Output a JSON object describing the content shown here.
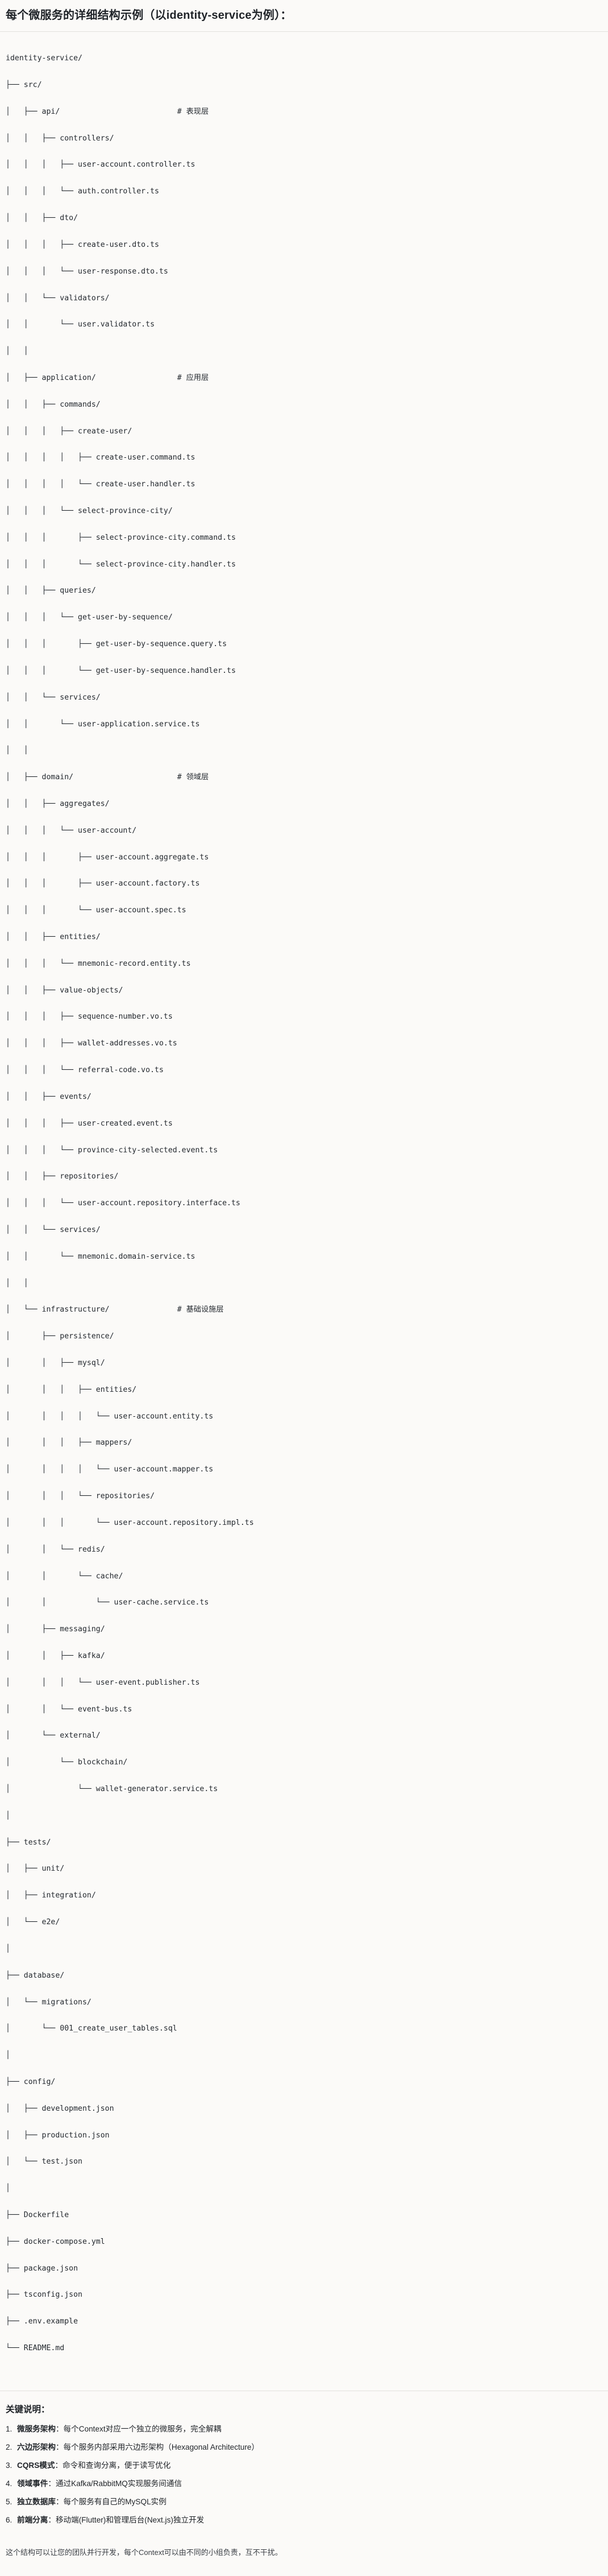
{
  "heading": "每个微服务的详细结构示例（以identity-service为例）：",
  "tree": {
    "lines": [
      "identity-service/",
      "├── src/",
      "│   ├── api/                          # 表现层",
      "│   │   ├── controllers/",
      "│   │   │   ├── user-account.controller.ts",
      "│   │   │   └── auth.controller.ts",
      "│   │   ├── dto/",
      "│   │   │   ├── create-user.dto.ts",
      "│   │   │   └── user-response.dto.ts",
      "│   │   └── validators/",
      "│   │       └── user.validator.ts",
      "│   │",
      "│   ├── application/                  # 应用层",
      "│   │   ├── commands/",
      "│   │   │   ├── create-user/",
      "│   │   │   │   ├── create-user.command.ts",
      "│   │   │   │   └── create-user.handler.ts",
      "│   │   │   └── select-province-city/",
      "│   │   │       ├── select-province-city.command.ts",
      "│   │   │       └── select-province-city.handler.ts",
      "│   │   ├── queries/",
      "│   │   │   └── get-user-by-sequence/",
      "│   │   │       ├── get-user-by-sequence.query.ts",
      "│   │   │       └── get-user-by-sequence.handler.ts",
      "│   │   └── services/",
      "│   │       └── user-application.service.ts",
      "│   │",
      "│   ├── domain/                       # 领域层",
      "│   │   ├── aggregates/",
      "│   │   │   └── user-account/",
      "│   │   │       ├── user-account.aggregate.ts",
      "│   │   │       ├── user-account.factory.ts",
      "│   │   │       └── user-account.spec.ts",
      "│   │   ├── entities/",
      "│   │   │   └── mnemonic-record.entity.ts",
      "│   │   ├── value-objects/",
      "│   │   │   ├── sequence-number.vo.ts",
      "│   │   │   ├── wallet-addresses.vo.ts",
      "│   │   │   └── referral-code.vo.ts",
      "│   │   ├── events/",
      "│   │   │   ├── user-created.event.ts",
      "│   │   │   └── province-city-selected.event.ts",
      "│   │   ├── repositories/",
      "│   │   │   └── user-account.repository.interface.ts",
      "│   │   └── services/",
      "│   │       └── mnemonic.domain-service.ts",
      "│   │",
      "│   └── infrastructure/               # 基础设施层",
      "│       ├── persistence/",
      "│       │   ├── mysql/",
      "│       │   │   ├── entities/",
      "│       │   │   │   └── user-account.entity.ts",
      "│       │   │   ├── mappers/",
      "│       │   │   │   └── user-account.mapper.ts",
      "│       │   │   └── repositories/",
      "│       │   │       └── user-account.repository.impl.ts",
      "│       │   └── redis/",
      "│       │       └── cache/",
      "│       │           └── user-cache.service.ts",
      "│       ├── messaging/",
      "│       │   ├── kafka/",
      "│       │   │   └── user-event.publisher.ts",
      "│       │   └── event-bus.ts",
      "│       └── external/",
      "│           └── blockchain/",
      "│               └── wallet-generator.service.ts",
      "│",
      "├── tests/",
      "│   ├── unit/",
      "│   ├── integration/",
      "│   └── e2e/",
      "│",
      "├── database/",
      "│   └── migrations/",
      "│       └── 001_create_user_tables.sql",
      "│",
      "├── config/",
      "│   ├── development.json",
      "│   ├── production.json",
      "│   └── test.json",
      "│",
      "├── Dockerfile",
      "├── docker-compose.yml",
      "├── package.json",
      "├── tsconfig.json",
      "├── .env.example",
      "└── README.md"
    ]
  },
  "notes": {
    "title": "关键说明：",
    "items": [
      {
        "num": "1.",
        "label": "微服务架构",
        "text": "：每个Context对应一个独立的微服务，完全解耦"
      },
      {
        "num": "2.",
        "label": "六边形架构",
        "text": "：每个服务内部采用六边形架构（Hexagonal Architecture）"
      },
      {
        "num": "3.",
        "label": "CQRS模式",
        "text": "：命令和查询分离，便于读写优化"
      },
      {
        "num": "4.",
        "label": "领域事件",
        "text": "：通过Kafka/RabbitMQ实现服务间通信"
      },
      {
        "num": "5.",
        "label": "独立数据库",
        "text": "：每个服务有自己的MySQL实例"
      },
      {
        "num": "6.",
        "label": "前端分离",
        "text": "：移动端(Flutter)和管理后台(Next.js)独立开发"
      }
    ],
    "closing": "这个结构可以让您的团队并行开发，每个Context可以由不同的小组负责，互不干扰。"
  }
}
